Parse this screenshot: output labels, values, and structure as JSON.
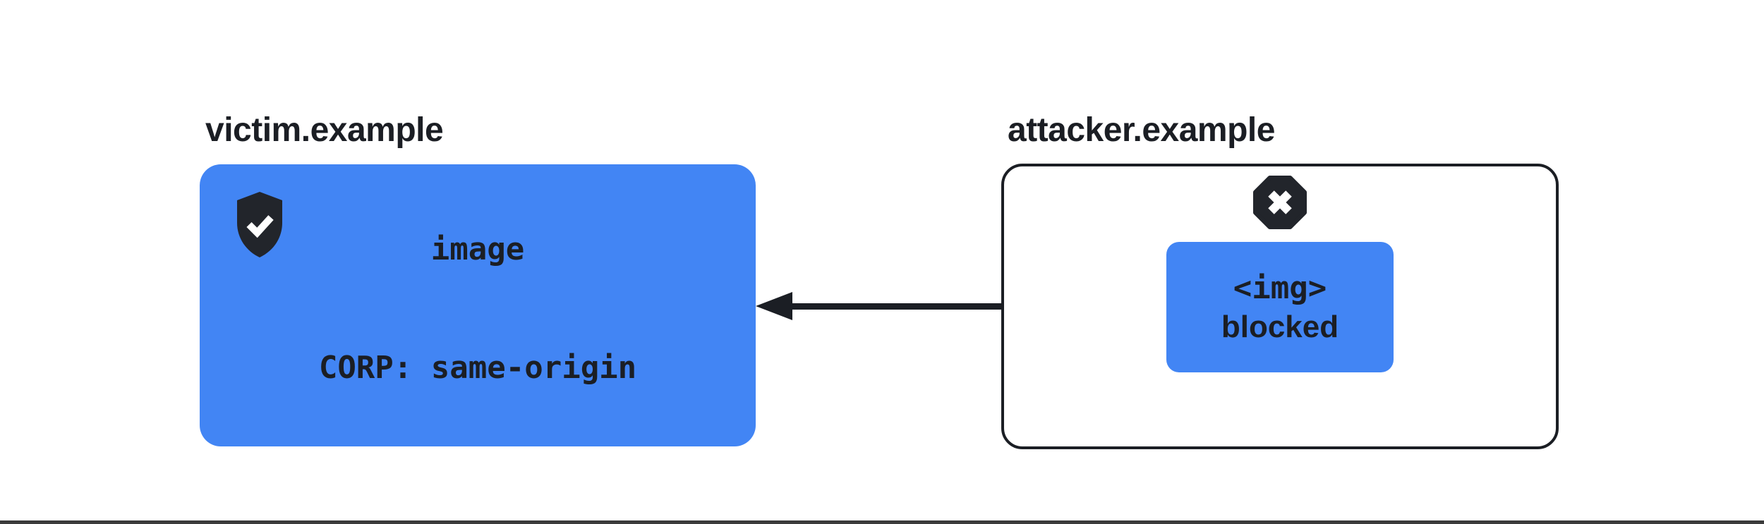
{
  "victim": {
    "label": "victim.example",
    "box": {
      "lines": [
        "image",
        "CORP: same-origin"
      ]
    },
    "icon": "shield-check"
  },
  "attacker": {
    "label": "attacker.example",
    "box": {
      "lines": [
        "<img>",
        "blocked"
      ]
    },
    "icon": "blocked-cross-octagon"
  },
  "arrow": {
    "direction": "right-to-left",
    "from": "attacker.example blocked img",
    "to": "victim.example image"
  },
  "colors": {
    "accent_blue": "#4285f4",
    "ink": "#1b1e24",
    "icon_ink": "#22252b",
    "divider": "#3b3b3b"
  }
}
